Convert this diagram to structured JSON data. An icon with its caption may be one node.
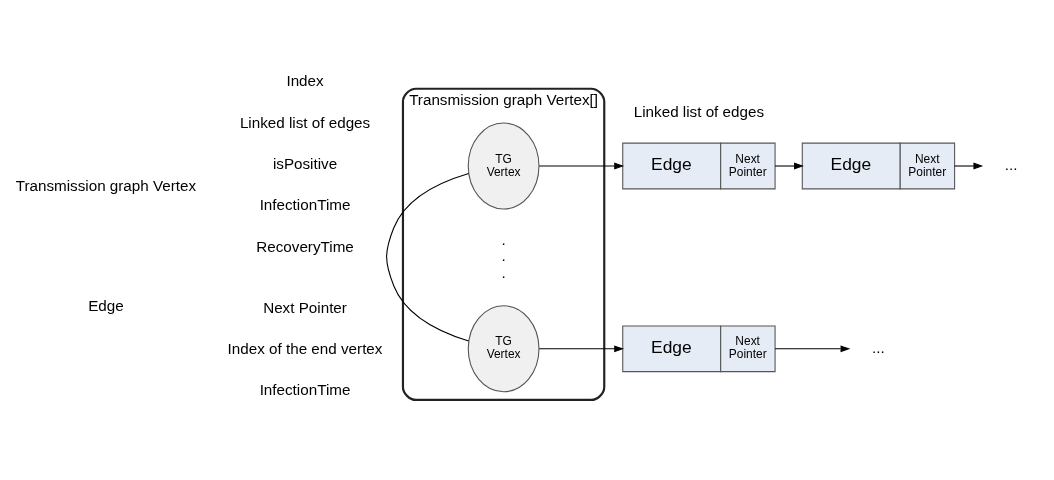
{
  "diagram": {
    "nodes": [
      {
        "text": [
          "Transmission graph Vertex[]"
        ]
      },
      {
        "text": [
          "TG Vertex"
        ],
        "in": 0
      },
      {
        "text": [
          "Edge",
          "Next Pointer"
        ]
      },
      {
        "text": [
          "Edge",
          "Next Pointer"
        ]
      },
      {
        "text": [
          "..."
        ]
      },
      {
        "text": [
          "TG Vertex"
        ],
        "in": 0
      },
      {
        "text": [
          "Edge",
          "Next Pointer"
        ]
      },
      {
        "text": [
          "..."
        ]
      }
    ],
    "edges": [
      {
        "from": 1,
        "to": 2,
        "arrow": "to"
      },
      {
        "from": 2,
        "to": 3,
        "arrow": "to"
      },
      {
        "from": 3,
        "to": 4,
        "arrow": "to"
      },
      {
        "from": 1,
        "to": 5,
        "arrow": "none"
      },
      {
        "from": 5,
        "to": 6,
        "arrow": "to"
      },
      {
        "from": 6,
        "to": 7,
        "arrow": "to"
      }
    ],
    "labels": [
      "Transmission graph Vertex",
      "Index",
      "Linked list of edges",
      "isPositive",
      "InfectionTime",
      "RecoveryTime",
      "Linked list of edges",
      "Edge",
      "Next Pointer",
      "Index of the end vertex",
      "InfectionTime",
      ". . ."
    ]
  }
}
